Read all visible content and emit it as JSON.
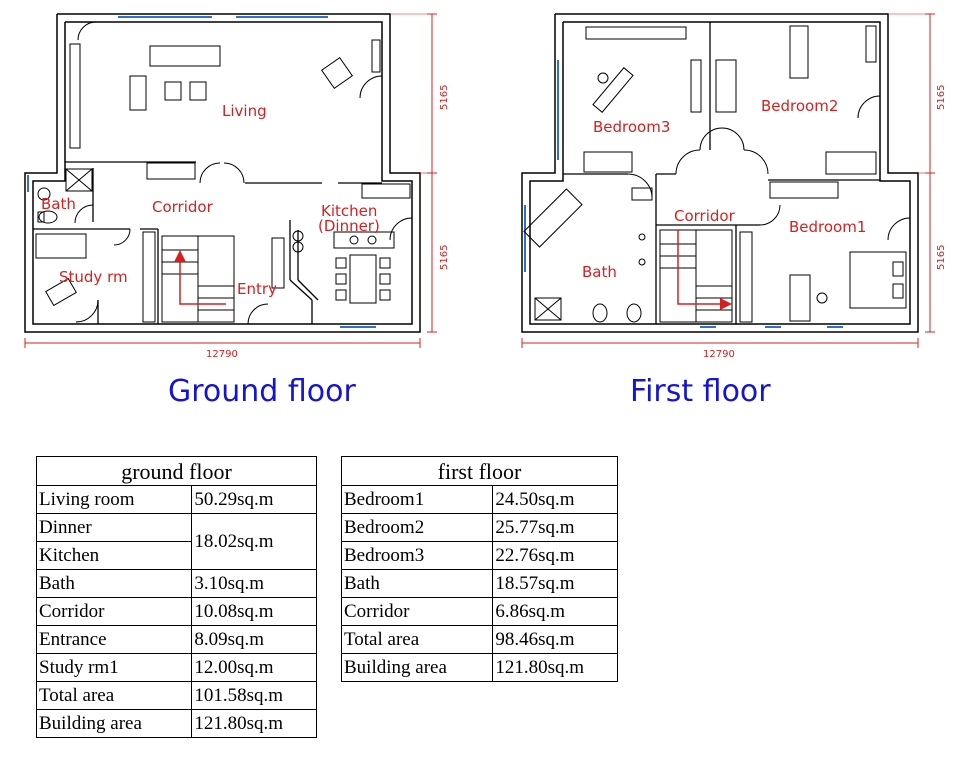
{
  "ground_floor": {
    "title": "Ground floor",
    "rooms": {
      "living": "Living",
      "corridor": "Corridor",
      "kitchen_line1": "Kitchen",
      "kitchen_line2": "(Dinner)",
      "bath": "Bath",
      "study": "Study rm",
      "entry": "Entry"
    },
    "dimensions": {
      "width": "12790",
      "upper_depth": "5165",
      "lower_depth": "5165"
    }
  },
  "first_floor": {
    "title": "First floor",
    "rooms": {
      "bedroom3": "Bedroom3",
      "bedroom2": "Bedroom2",
      "corridor": "Corridor",
      "bedroom1": "Bedroom1",
      "bath": "Bath"
    },
    "dimensions": {
      "width": "12790",
      "upper_depth": "5165",
      "lower_depth": "5165"
    }
  },
  "ground_table": {
    "caption": "ground floor",
    "rows": [
      {
        "name": "Living room",
        "area": "50.29sq.m"
      },
      {
        "name": "Dinner",
        "name2": "Kitchen",
        "area": "18.02sq.m"
      },
      {
        "name": "Bath",
        "area": "3.10sq.m"
      },
      {
        "name": "Corridor",
        "area": "10.08sq.m"
      },
      {
        "name": "Entrance",
        "area": "8.09sq.m"
      },
      {
        "name": "Study rm1",
        "area": "12.00sq.m"
      },
      {
        "name": "Total area",
        "area": "101.58sq.m"
      },
      {
        "name": "Building area",
        "area": "121.80sq.m"
      }
    ]
  },
  "first_table": {
    "caption": "first floor",
    "rows": [
      {
        "name": "Bedroom1",
        "area": "24.50sq.m"
      },
      {
        "name": "Bedroom2",
        "area": "25.77sq.m"
      },
      {
        "name": "Bedroom3",
        "area": "22.76sq.m"
      },
      {
        "name": "Bath",
        "area": "18.57sq.m"
      },
      {
        "name": "Corridor",
        "area": " 6.86sq.m"
      },
      {
        "name": "Total area",
        "area": "98.46sq.m"
      },
      {
        "name": "Building area",
        "area": "121.80sq.m"
      }
    ]
  },
  "colors": {
    "wall": "#000000",
    "label": "#d62020",
    "title": "#1414d2",
    "window": "#2e6fd0",
    "stair_arrow": "#d62020"
  }
}
